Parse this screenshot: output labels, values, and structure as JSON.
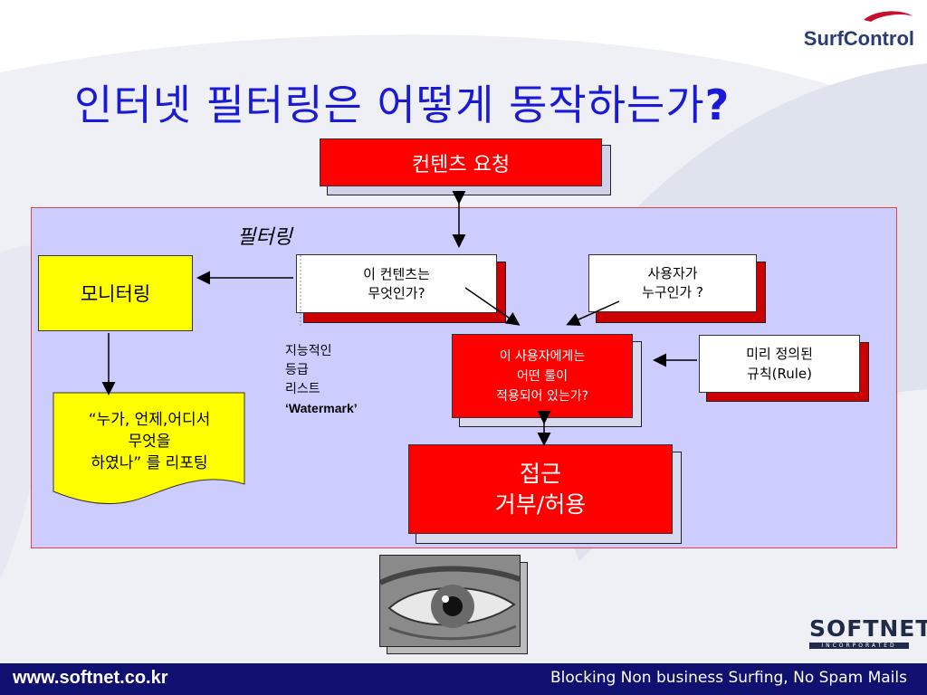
{
  "title": {
    "main": "인터넷 필터링은 어떻게 동작하는가",
    "q": "?"
  },
  "logo": {
    "surfcontrol": "SurfControl",
    "softnet": "SOFTNET",
    "softnet_sub": "INCORPORATED"
  },
  "diagram": {
    "content_request": "컨텐츠 요청",
    "filtering_label": "필터링",
    "monitoring": "모니터링",
    "what_content": [
      "이 컨텐츠는",
      "무엇인가?"
    ],
    "who_user": [
      "사용자가",
      "누구인가 ?"
    ],
    "which_rule": [
      "이 사용자에게는",
      "어떤 룰이",
      "적용되어 있는가?"
    ],
    "predefined_rule": [
      "미리 정의된",
      "규칙(Rule)"
    ],
    "report": [
      "“누가, 언제,어디서",
      "무엇을",
      "하였나” 를 리포팅"
    ],
    "access": [
      "접근",
      "거부/허용"
    ],
    "methods": [
      "지능적인",
      "등급",
      "리스트",
      "‘Watermark’"
    ]
  },
  "footer": {
    "url": "www.softnet.co.kr",
    "tagline": "Blocking  Non business Surfing, No Spam Mails"
  },
  "colors": {
    "title": "#1a1ad6",
    "panel": "#ccccff",
    "red": "#ff0000",
    "yellow": "#ffff00",
    "footer": "#101070"
  }
}
